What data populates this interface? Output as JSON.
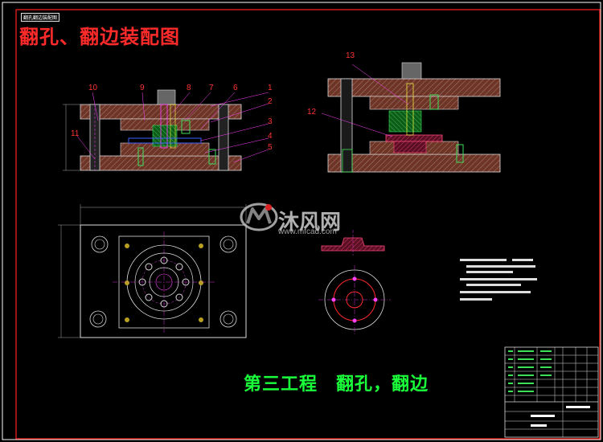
{
  "drawing": {
    "small_label": "翻孔翻边装配图",
    "title": "翻孔、翻边装配图",
    "caption": "第三工程　翻孔，翻边"
  },
  "callouts": {
    "c1": "1",
    "c2": "2",
    "c3": "3",
    "c4": "4",
    "c5": "5",
    "c6": "6",
    "c7": "7",
    "c8": "8",
    "c9": "9",
    "c10": "10",
    "c11": "11",
    "c12": "12",
    "c13": "13"
  },
  "watermark": {
    "name": "沐风网",
    "url": "www.mfcad.com"
  },
  "colors": {
    "background": "#000000",
    "title": "#ff2a2a",
    "caption": "#19ff3a",
    "part_fill": "#7a3a2a",
    "hatch": "#c0c0c0",
    "green": "#19d23a",
    "magenta": "#ff40ff",
    "blue": "#4060ff"
  }
}
